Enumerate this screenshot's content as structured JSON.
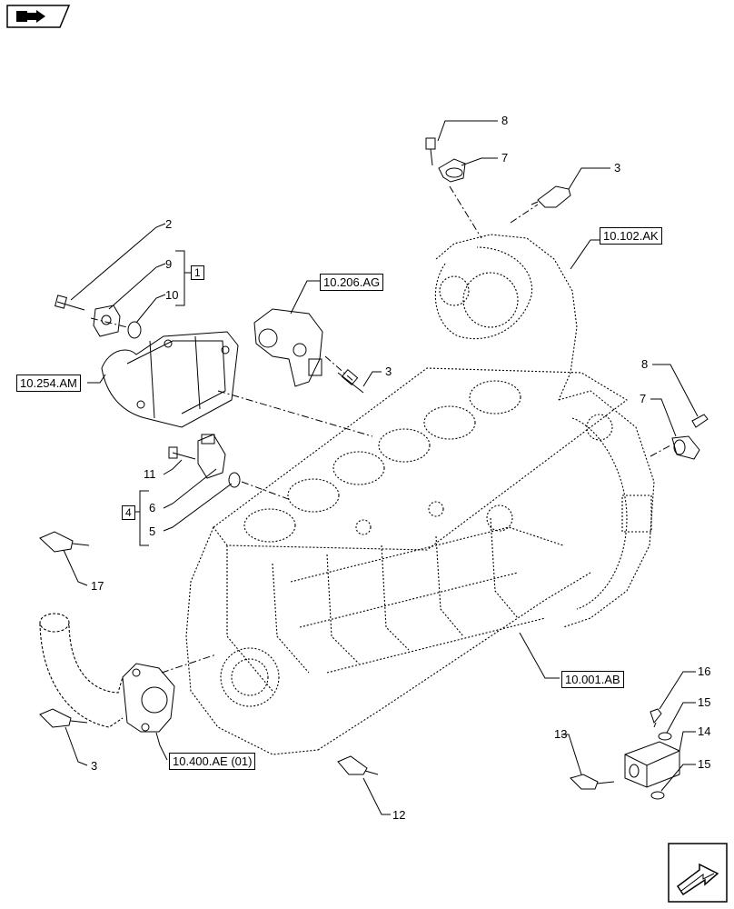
{
  "callouts": {
    "c2": "2",
    "c9": "9",
    "c10": "10",
    "c1": "1",
    "c8_top": "8",
    "c7_top": "7",
    "c3_top": "3",
    "c3_mid": "3",
    "c8_right": "8",
    "c7_right": "7",
    "c11": "11",
    "c6": "6",
    "c5": "5",
    "c4": "4",
    "c17": "17",
    "c3_bottom": "3",
    "c12": "12",
    "c16": "16",
    "c15_a": "15",
    "c14": "14",
    "c13": "13",
    "c15_b": "15"
  },
  "refs": {
    "r102ak": "10.102.AK",
    "r206ag": "10.206.AG",
    "r254am": "10.254.AM",
    "r001ab": "10.001.AB",
    "r400ae": "10.400.AE (01)"
  },
  "icons": {
    "top_left": "book-arrow-icon",
    "bottom_right": "next-page-arrow-icon"
  }
}
